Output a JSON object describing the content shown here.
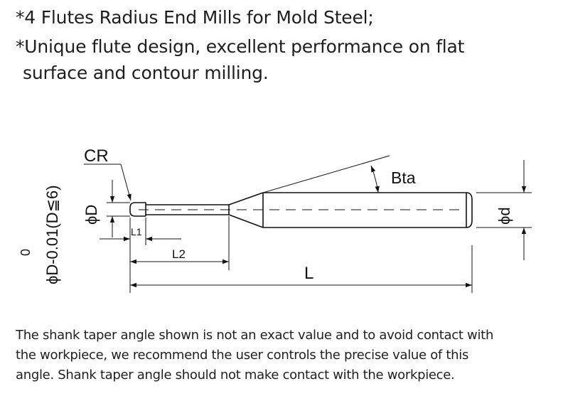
{
  "heading": {
    "line1": "*4 Flutes Radius End Mills for Mold Steel;",
    "line2": "*Unique flute design, excellent performance on flat",
    "line3": "surface and contour milling."
  },
  "diagram": {
    "tolerance_label": "ϕD-0.01(D≦6)",
    "tolerance_upper": "0",
    "cr_label": "CR",
    "d_label": "ϕD",
    "l1_label": "L1",
    "l2_label": "L2",
    "l_label": "L",
    "bta_label": "Bta",
    "shank_label": "ϕd"
  },
  "note": {
    "line1": "The shank taper angle shown is not an exact value and to avoid contact with",
    "line2": "the workpiece, we recommend the user controls the precise value of this",
    "line3": "angle. Shank taper angle should not make contact with the workpiece."
  }
}
